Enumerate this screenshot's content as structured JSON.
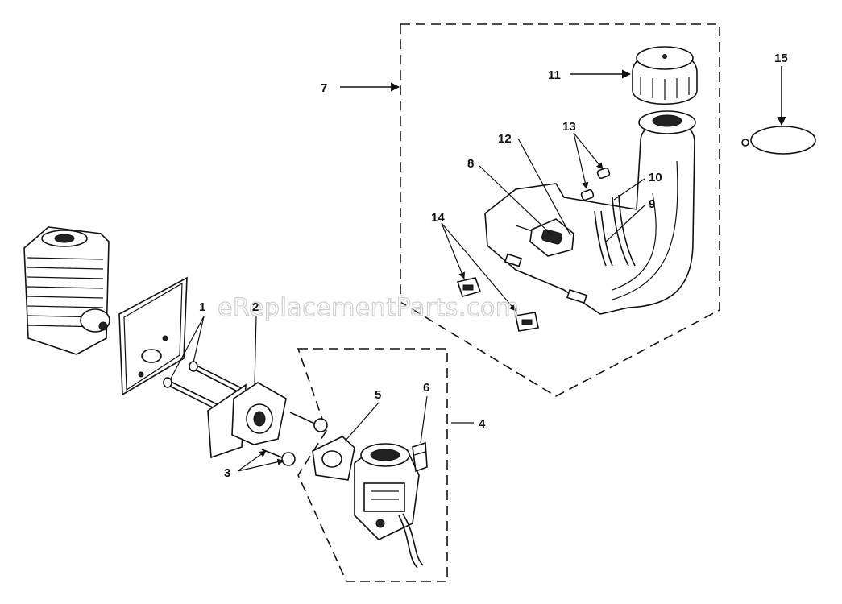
{
  "callouts": {
    "c1": "1",
    "c2": "2",
    "c3": "3",
    "c4": "4",
    "c5": "5",
    "c6": "6",
    "c7": "7",
    "c8": "8",
    "c9": "9",
    "c10": "10",
    "c11": "11",
    "c12": "12",
    "c13": "13",
    "c14": "14",
    "c15": "15"
  },
  "watermark": "eReplacementParts.com",
  "icons": {
    "cylinder": "engine-cylinder-icon",
    "gasket": "gasket-icon",
    "carburetor": "carburetor-icon",
    "fuel_tank": "fuel-tank-icon",
    "fuel_cap": "fuel-cap-icon",
    "clip": "retaining-clip-icon"
  }
}
